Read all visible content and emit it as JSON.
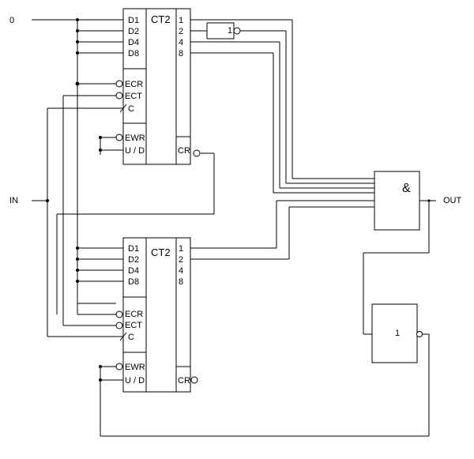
{
  "signals": {
    "zero": "0",
    "input": "IN",
    "output": "OUT"
  },
  "counter_top": {
    "type": "CT2",
    "inputs": [
      "D1",
      "D2",
      "D4",
      "D8"
    ],
    "controls": [
      "ECR",
      "ECT",
      "C",
      "EWR",
      "U / D"
    ],
    "outputs": [
      "1",
      "2",
      "4",
      "8"
    ],
    "carry": "CR"
  },
  "counter_bottom": {
    "type": "CT2",
    "inputs": [
      "D1",
      "D2",
      "D4",
      "D8"
    ],
    "controls": [
      "ECR",
      "ECT",
      "C",
      "EWR",
      "U / D"
    ],
    "outputs": [
      "1",
      "2",
      "4",
      "8"
    ],
    "carry": "CR"
  },
  "inverter_small": {
    "label": "1"
  },
  "and_gate": {
    "label": "&"
  },
  "inverter_big": {
    "label": "1"
  }
}
